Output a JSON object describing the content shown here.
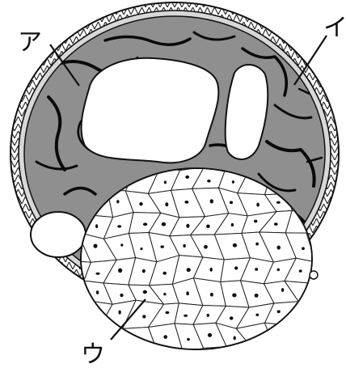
{
  "labels": {
    "a": "ア",
    "i": "イ",
    "u": "ウ"
  },
  "colors": {
    "wall": "#8f8f8f",
    "vessel": "#0a0a0a",
    "cell_fill": "#ffffff",
    "outline": "#111111",
    "background": "#ffffff"
  }
}
